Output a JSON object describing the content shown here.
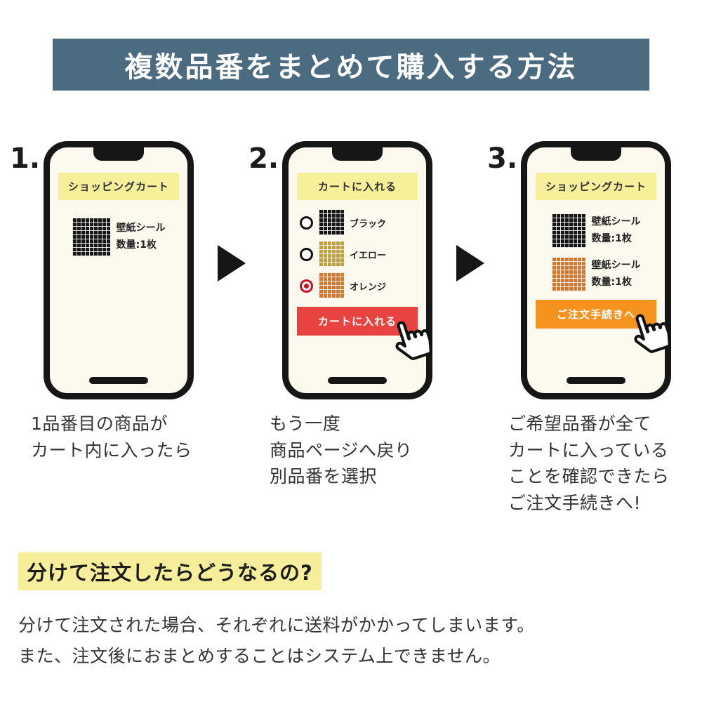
{
  "header": {
    "title": "複数品番をまとめて購入する方法"
  },
  "steps": [
    {
      "number": "1.",
      "screen_title": "ショッピングカート",
      "item": {
        "name": "壁紙シール",
        "qty": "数量:1枚"
      },
      "caption": "1品番目の商品が\nカート内に入ったら"
    },
    {
      "number": "2.",
      "screen_title": "カートに入れる",
      "options": [
        {
          "label": "ブラック",
          "swatch": "black",
          "selected": false
        },
        {
          "label": "イエロー",
          "swatch": "yellow",
          "selected": false
        },
        {
          "label": "オレンジ",
          "swatch": "orange",
          "selected": true
        }
      ],
      "button": "カートに入れる",
      "caption": "もう一度\n商品ページへ戻り\n別品番を選択"
    },
    {
      "number": "3.",
      "screen_title": "ショッピングカート",
      "items": [
        {
          "name": "壁紙シール",
          "qty": "数量:1枚",
          "swatch": "black"
        },
        {
          "name": "壁紙シール",
          "qty": "数量:1枚",
          "swatch": "orange"
        }
      ],
      "button": "ご注文手続きへ",
      "caption": "ご希望品番が全て\nカートに入っている\nことを確認できたら\nご注文手続きへ!"
    }
  ],
  "footer": {
    "heading": "分けて注文したらどうなるの?",
    "body": "分けて注文された場合、それぞれに送料がかかってしまいます。\nまた、注文後におまとめすることはシステム上できません。"
  },
  "colors": {
    "banner": "#4a6b80",
    "screen_banner": "#f7f09a",
    "red_button": "#e84340",
    "orange_button": "#f6921e",
    "highlight": "#f7ee9c"
  }
}
